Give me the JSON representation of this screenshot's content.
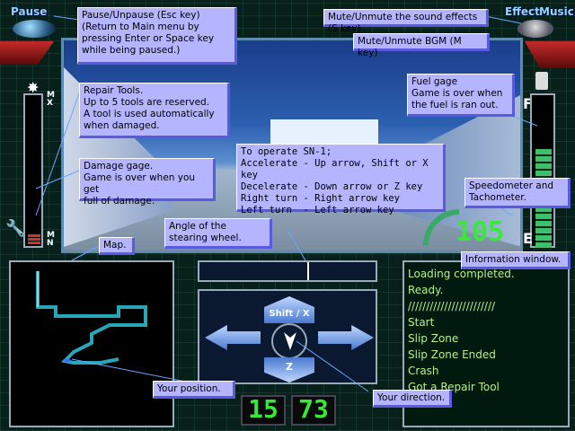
{
  "corner": {
    "pause": "Pause",
    "effect": "Effect",
    "music": "Music"
  },
  "tooltips": {
    "pause": "Pause/Unpause (Esc key)\n(Return to Main menu by\npressing Enter or Space key\nwhile being paused.)",
    "mute_se": "Mute/Unmute the sound effects (S key)",
    "mute_bgm": "Mute/Unmute BGM (M key)",
    "repair": "Repair Tools.\nUp to 5 tools are reserved.\nA tool is used automatically\nwhen damaged.",
    "fuel": "Fuel gage\nGame is over when\nthe fuel is ran out.",
    "damage": "Damage gage.\nGame is over when you get\nfull of damage.",
    "operate": "To operate SN-1;\nAccelerate - Up arrow, Shift or X key\nDecelerate - Down arrow or Z key\nRight turn - Right arrow key\nLeft turn  - Left arrow key",
    "speedo": "Speedometer and\nTachometer.",
    "angle": "Angle of the\nstearing wheel.",
    "map": "Map.",
    "info": "Information window.",
    "position": "Your position.",
    "direction": "Your direction."
  },
  "gauges": {
    "damage_top": "M\nX",
    "damage_bottom": "M\nN",
    "fuel_full": "F",
    "fuel_empty": "E",
    "fuel_level": 0.55,
    "damage_level": 0.08
  },
  "speed": "105",
  "controls": {
    "up": "Shift / X",
    "down": "Z"
  },
  "position": {
    "a": "15",
    "b": "73"
  },
  "log": [
    "Loading completed.",
    "Ready.",
    "////////////////////////",
    "Start",
    "Slip Zone",
    "Slip Zone Ended",
    "Crash",
    "Got a Repair Tool"
  ]
}
